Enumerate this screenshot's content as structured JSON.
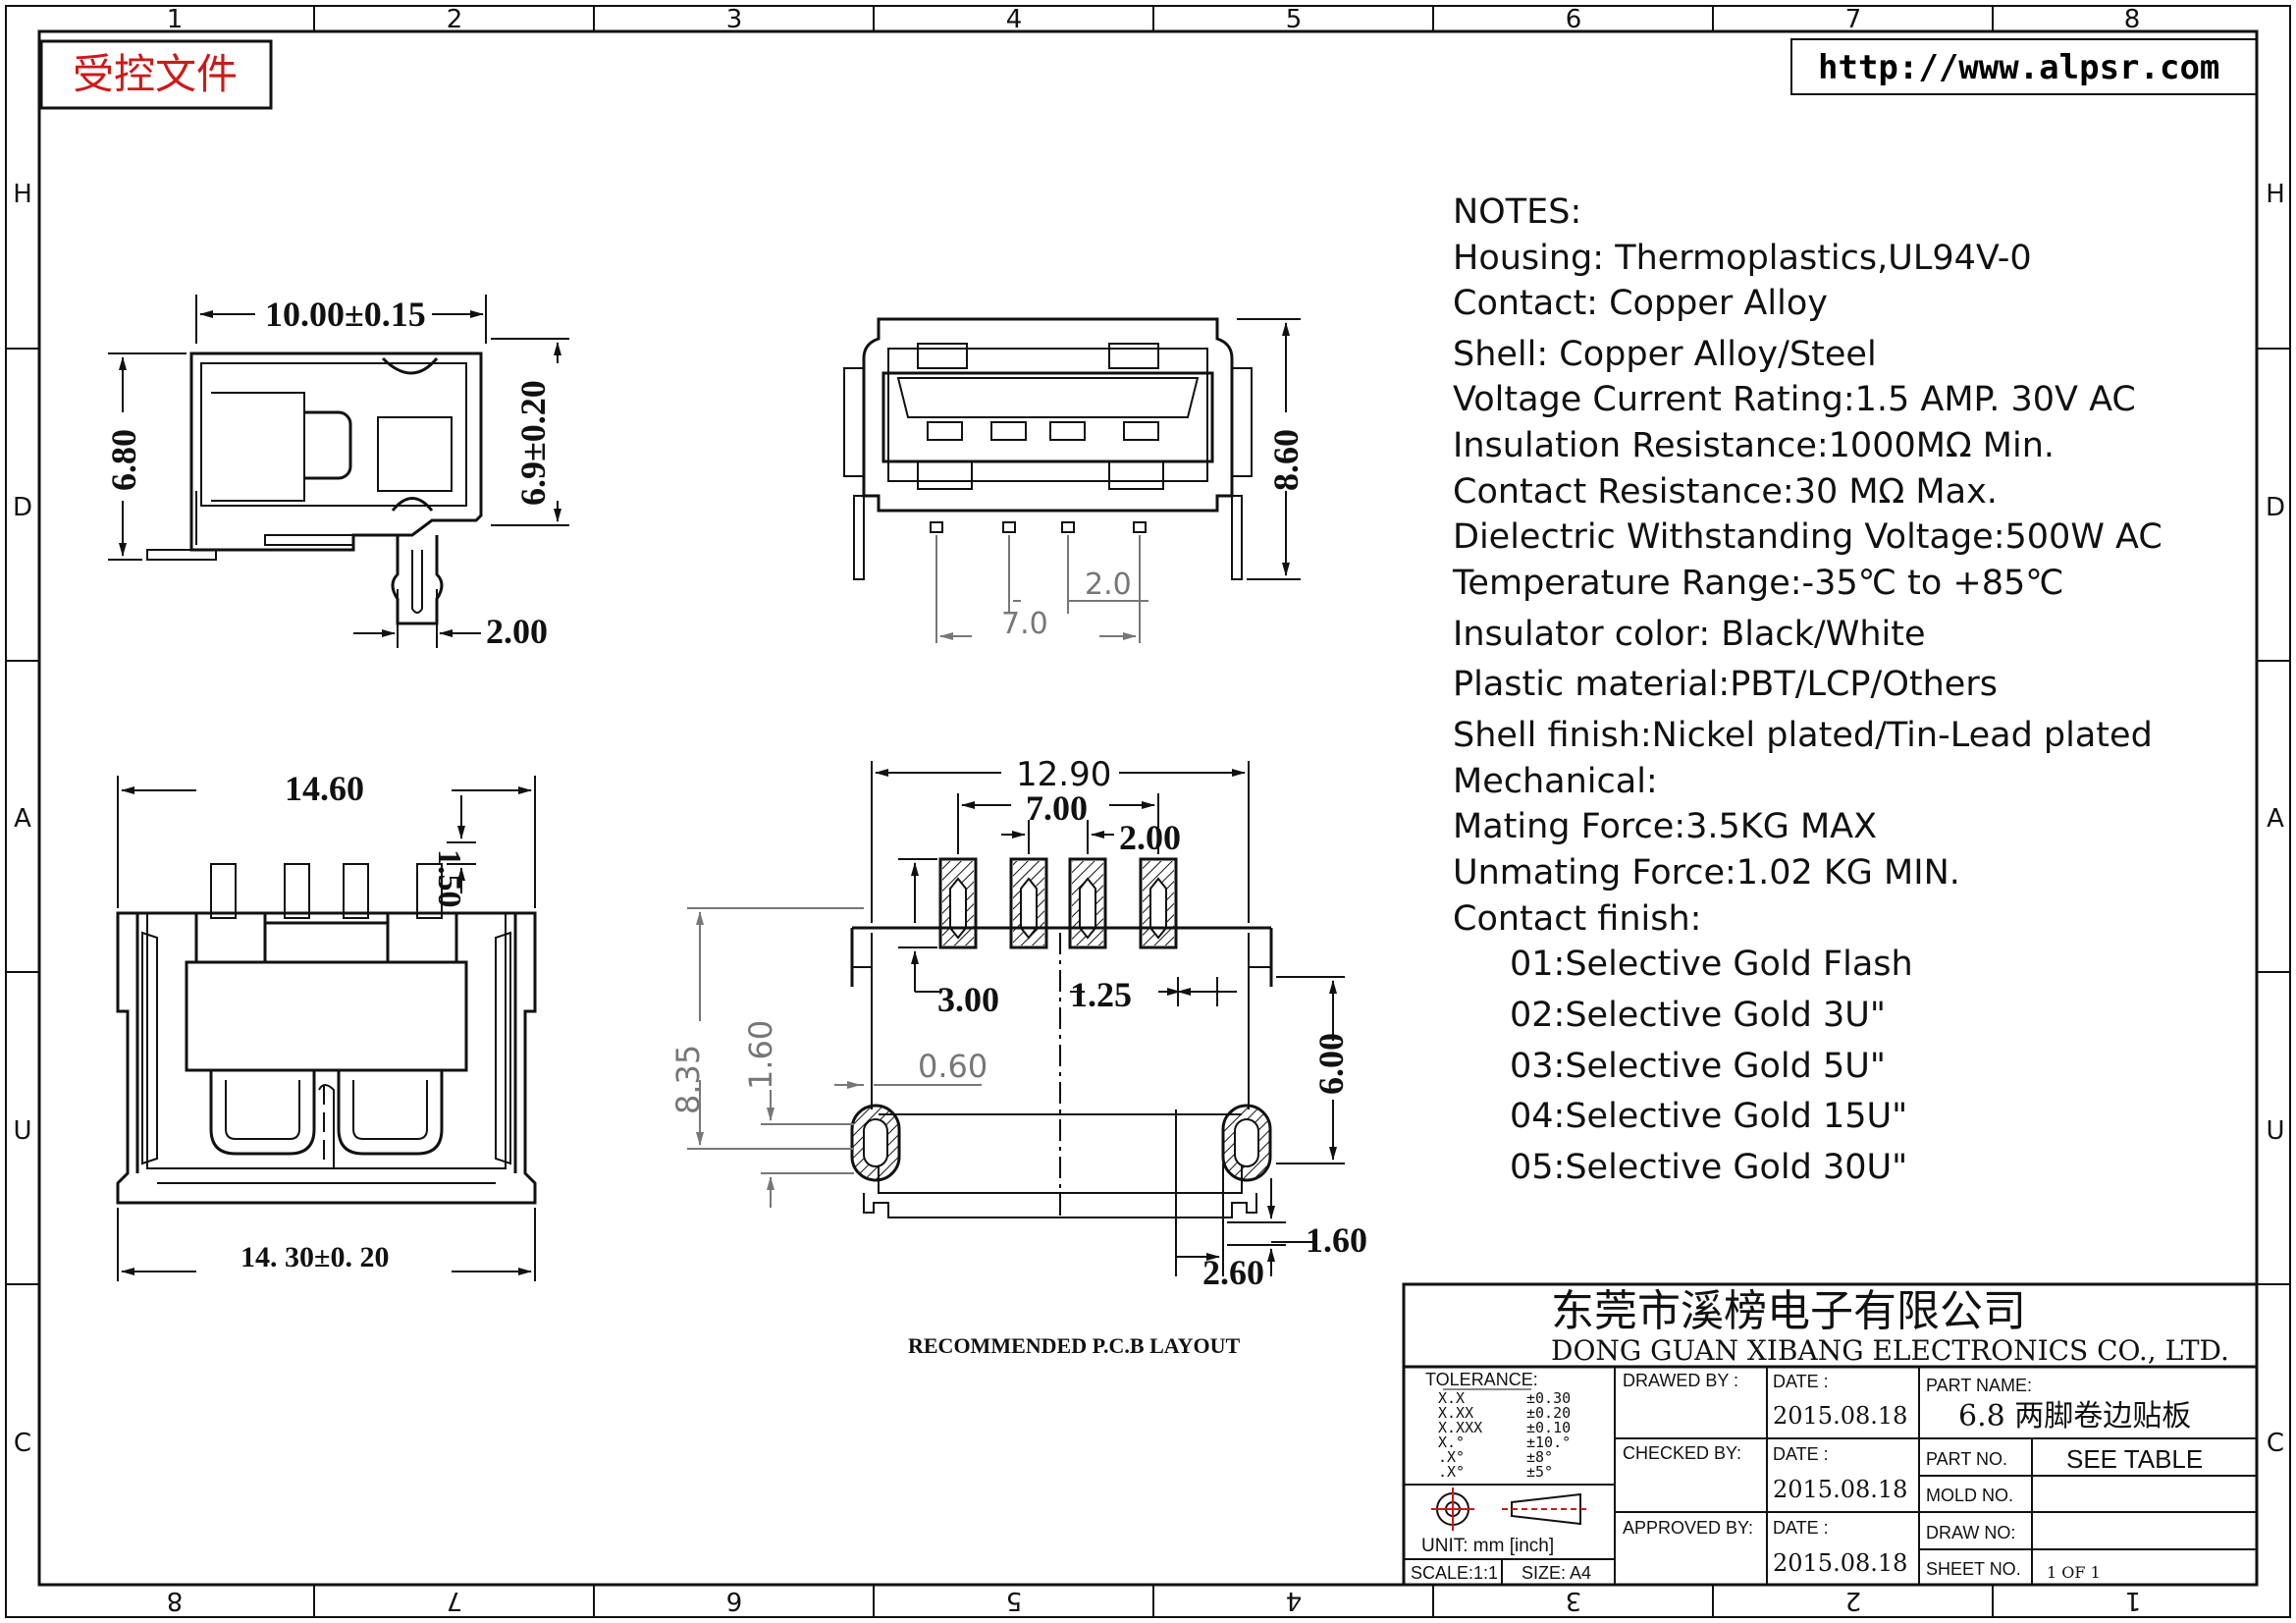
{
  "border": {
    "top_numbers": [
      "1",
      "2",
      "3",
      "4",
      "5",
      "6",
      "7",
      "8"
    ],
    "bottom_numbers": [
      "8",
      "7",
      "6",
      "5",
      "4",
      "3",
      "2",
      "1"
    ],
    "left_letters": [
      "H",
      "D",
      "A",
      "U",
      "C"
    ],
    "right_letters": [
      "H",
      "D",
      "A",
      "U",
      "C"
    ]
  },
  "header": {
    "stamp": "受控文件",
    "url": "http://www.alpsr.com"
  },
  "side_view": {
    "width_dim": "10.00±0.15",
    "height_dim": "6.80",
    "pin_height_dim": "6.9±0.20",
    "pin_width_dim": "2.00"
  },
  "front_view": {
    "height_dim": "8.60",
    "pitch_dim": "2.0",
    "span_dim": "7.0"
  },
  "top_view": {
    "width_top_dim": "14.60",
    "tab_dim": "1.50",
    "width_bottom_dim": "14. 30±0. 20"
  },
  "pcb_layout": {
    "total_width": "12.90",
    "pad_span": "7.00",
    "pad_pitch": "2.00",
    "pad_length": "3.00",
    "pad_width": "1.25",
    "slot_offset": "6.00",
    "height_total": "8.35",
    "height_slot": "1.60",
    "slot_width": "0.60",
    "slot_height": "1.60",
    "slot_length": "2.60",
    "caption": "RECOMMENDED  P.C.B LAYOUT"
  },
  "notes": {
    "lines": [
      "NOTES:",
      "Housing:  Thermoplastics,UL94V-0",
      "Contact:  Copper  Alloy",
      "Shell:  Copper  Alloy/Steel",
      "Voltage  Current  Rating:1.5  AMP.  30V  AC",
      "Insulation  Resistance:1000MΩ  Min.",
      "Contact  Resistance:30  MΩ  Max.",
      "Dielectric  Withstanding  Voltage:500W  AC",
      "Temperature  Range:-35℃  to  +85℃",
      "Insulator  color:  Black/White",
      "Plastic  material:PBT/LCP/Others",
      "Shell  finish:Nickel  plated/Tin-Lead  plated",
      "Mechanical:",
      "Mating  Force:3.5KG  MAX",
      "Unmating  Force:1.02  KG  MIN.",
      "Contact  finish:",
      "01:Selective  Gold  Flash",
      "02:Selective  Gold  3U\"",
      "03:Selective  Gold  5U\"",
      "04:Selective  Gold  15U\"",
      "05:Selective  Gold  30U\""
    ]
  },
  "title_block": {
    "company_cn": "东莞市溪榜电子有限公司",
    "company_en": "DONG  GUAN  XIBANG  ELECTRONICS  CO.,  LTD.",
    "tolerance_label": "TOLERANCE:",
    "tolerance_rows": [
      {
        "fmt": "X.X",
        "val": "±0.30"
      },
      {
        "fmt": "X.XX",
        "val": "±0.20"
      },
      {
        "fmt": "X.XXX",
        "val": "±0.10"
      },
      {
        "fmt": "X.°",
        "val": "±10.°"
      },
      {
        "fmt": ".X°",
        "val": "±8°"
      },
      {
        "fmt": ".X°",
        "val": "±5°"
      }
    ],
    "drawn_by_label": "DRAWED  BY :",
    "checked_by_label": "CHECKED  BY:",
    "approved_by_label": "APPROVED  BY:",
    "date_label": "DATE  :",
    "date1": "2015.08.18",
    "date2": "2015.08.18",
    "date3": "2015.08.18",
    "part_name_label": "PART  NAME:",
    "part_name": "6.8  两脚卷边贴板",
    "part_no_label": "PART  NO.",
    "part_no": "SEE  TABLE",
    "mold_no_label": "MOLD  NO.",
    "draw_no_label": "DRAW  NO:",
    "sheet_no_label": "SHEET  NO.",
    "sheet_no": "1  OF  1",
    "unit_label": "UNIT:  mm  [inch]",
    "scale_label": "SCALE:1:1",
    "size_label": "SIZE:  A4"
  }
}
